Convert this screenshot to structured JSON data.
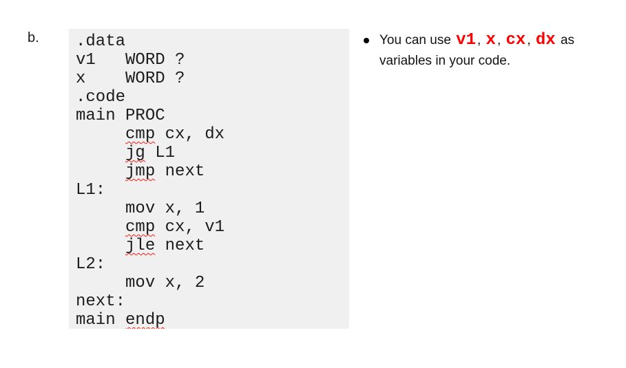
{
  "page": {
    "label": "b."
  },
  "code_block": {
    "bg_color": "#f0f0f0",
    "squiggle_color": "#ff1a0e",
    "lines": [
      [
        {
          "t": ".data"
        }
      ],
      [
        {
          "t": "v1   WORD ?"
        }
      ],
      [
        {
          "t": "x    WORD ?"
        }
      ],
      [
        {
          "t": ".code"
        }
      ],
      [
        {
          "t": "main PROC"
        }
      ],
      [
        {
          "t": "     "
        },
        {
          "t": "cmp",
          "squiggle": true
        },
        {
          "t": " cx, dx"
        }
      ],
      [
        {
          "t": "     "
        },
        {
          "t": "jg",
          "squiggle": true
        },
        {
          "t": " L1"
        }
      ],
      [
        {
          "t": "     "
        },
        {
          "t": "jmp",
          "squiggle": true
        },
        {
          "t": " next"
        }
      ],
      [
        {
          "t": "L1:"
        }
      ],
      [
        {
          "t": "     mov x, 1"
        }
      ],
      [
        {
          "t": "     "
        },
        {
          "t": "cmp",
          "squiggle": true
        },
        {
          "t": " cx, v1"
        }
      ],
      [
        {
          "t": "     "
        },
        {
          "t": "jle",
          "squiggle": true
        },
        {
          "t": " next"
        }
      ],
      [
        {
          "t": "L2:"
        }
      ],
      [
        {
          "t": "     mov x, 2"
        }
      ],
      [
        {
          "t": "next:"
        }
      ],
      [
        {
          "t": "main "
        },
        {
          "t": "endp",
          "squiggle": true
        }
      ]
    ]
  },
  "note": {
    "accent_color": "#ff0000",
    "segments": [
      {
        "t": "You can use ",
        "style": "text"
      },
      {
        "t": "v1",
        "style": "code-red"
      },
      {
        "t": ", ",
        "style": "text"
      },
      {
        "t": "x",
        "style": "code-red"
      },
      {
        "t": ", ",
        "style": "text"
      },
      {
        "t": "cx",
        "style": "code-red"
      },
      {
        "t": ", ",
        "style": "text"
      },
      {
        "t": "dx",
        "style": "code-red"
      },
      {
        "t": " as variables in your code.",
        "style": "text"
      }
    ]
  }
}
